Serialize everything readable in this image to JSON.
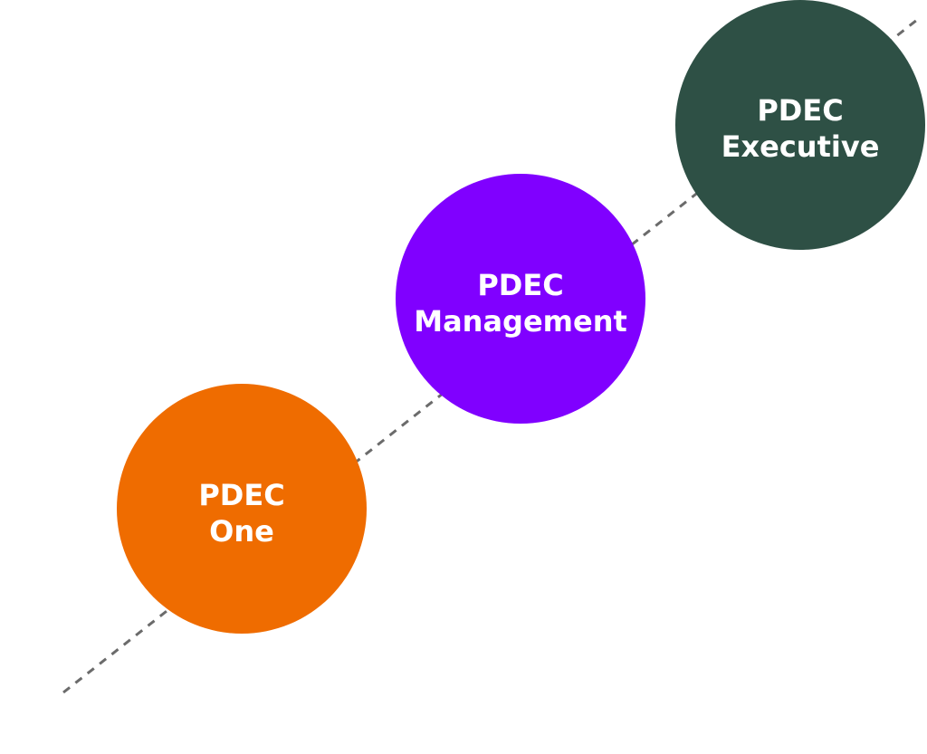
{
  "colors": {
    "background": "#ffffff",
    "dashed_line": "#6b6b6b",
    "orange": "#ef6c00",
    "purple": "#8000ff",
    "dark_green": "#2e5045"
  },
  "levels": [
    {
      "line1": "PDEC",
      "line2": "One",
      "color": "#ef6c00"
    },
    {
      "line1": "PDEC",
      "line2": "Management",
      "color": "#8000ff"
    },
    {
      "line1": "PDEC",
      "line2": "Executive",
      "color": "#2e5045"
    }
  ]
}
